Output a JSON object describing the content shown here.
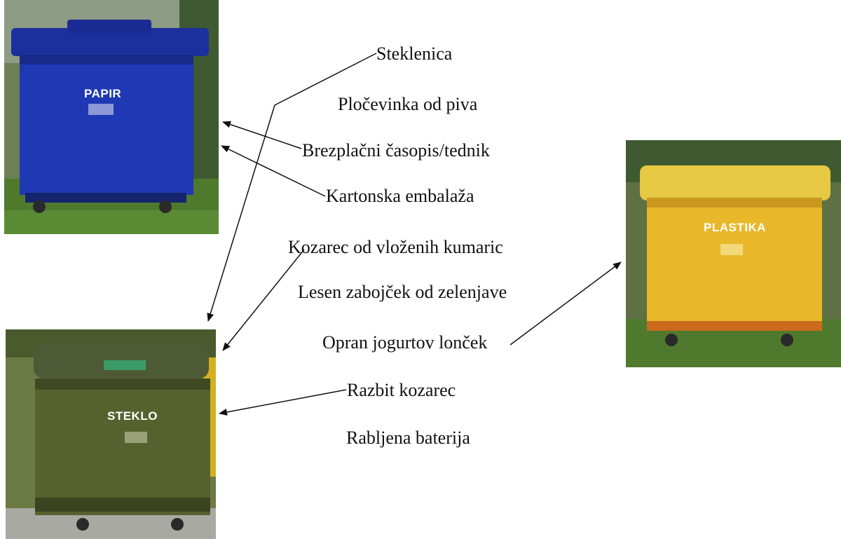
{
  "bins": {
    "papir": {
      "label": "PAPIR",
      "color": "#1f39b4"
    },
    "plastika": {
      "label": "PLASTIKA",
      "color": "#e8b82a"
    },
    "steklo": {
      "label": "STEKLO",
      "color": "#56622e"
    }
  },
  "items": [
    {
      "id": "steklenica",
      "label": "Steklenica"
    },
    {
      "id": "plocevinka",
      "label": "Pločevinka od piva"
    },
    {
      "id": "casopis",
      "label": "Brezplačni časopis/tednik"
    },
    {
      "id": "karton",
      "label": "Kartonska embalaža"
    },
    {
      "id": "kumarice",
      "label": "Kozarec od vloženih kumaric"
    },
    {
      "id": "zabojcek",
      "label": "Lesen zabojček od zelenjave"
    },
    {
      "id": "jogurt",
      "label": "Opran jogurtov lonček"
    },
    {
      "id": "razbit",
      "label": "Razbit kozarec"
    },
    {
      "id": "baterija",
      "label": "Rabljena baterija"
    }
  ],
  "connections": [
    {
      "from": "casopis",
      "to": "papir"
    },
    {
      "from": "karton",
      "to": "papir"
    },
    {
      "from": "steklenica",
      "to": "steklo"
    },
    {
      "from": "kumarice",
      "to": "steklo"
    },
    {
      "from": "razbit",
      "to": "steklo"
    },
    {
      "from": "jogurt",
      "to": "plastika"
    }
  ],
  "line_color": "#111111"
}
